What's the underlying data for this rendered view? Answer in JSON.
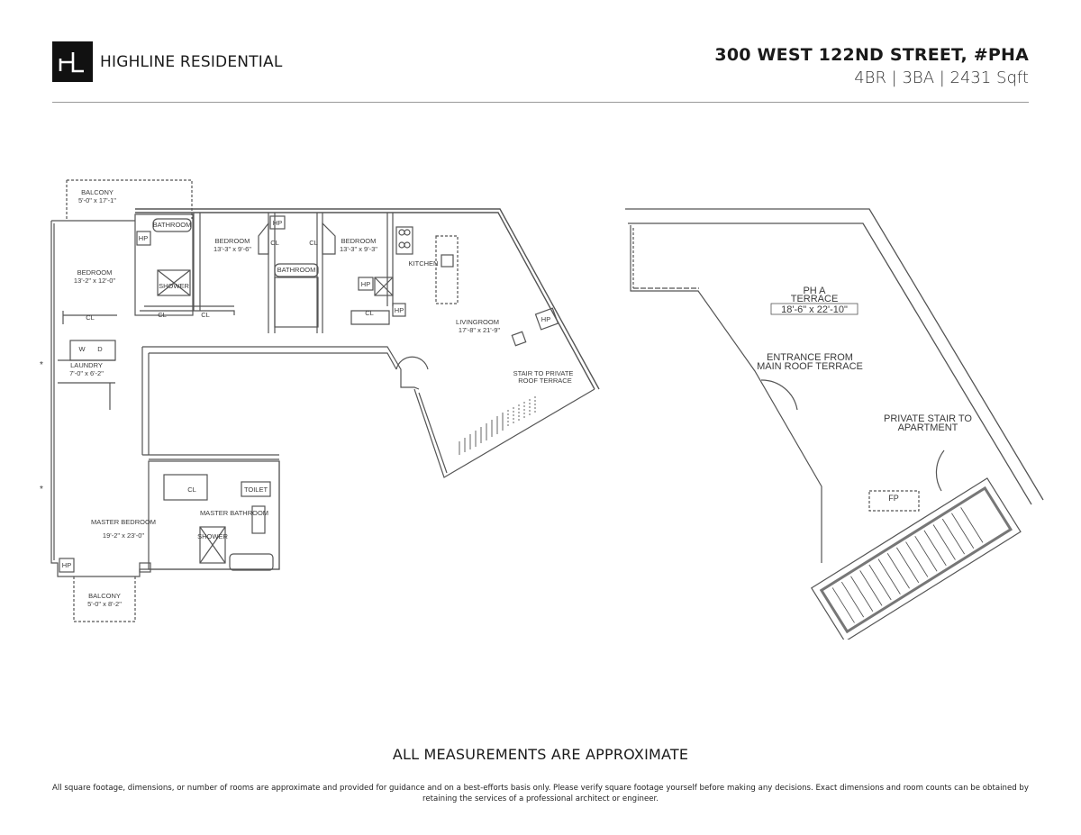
{
  "header": {
    "logo_mark": "HL",
    "brand_name": "HIGHLINE RESIDENTIAL",
    "address": "300 WEST 122ND STREET, #PHA",
    "summary": "4BR | 3BA | 2431 Sqft"
  },
  "apartment_plan": {
    "rooms": [
      {
        "name": "BALCONY",
        "dims": "5'-0\" x 17'-1\""
      },
      {
        "name": "BEDROOM",
        "dims": "13'-2\" x 12'-0\""
      },
      {
        "name": "BATHROOM"
      },
      {
        "name": "SHOWER"
      },
      {
        "name": "BEDROOM",
        "dims": "13'-3\" x 9'-6\""
      },
      {
        "name": "BATHROOM"
      },
      {
        "name": "BEDROOM",
        "dims": "13'-3\" x 9'-3\""
      },
      {
        "name": "KITCHEN"
      },
      {
        "name": "LIVINGROOM",
        "dims": "17'-8\" x 21'-9\""
      },
      {
        "name": "LAUNDRY",
        "dims": "7'-0\" x 6'-2\""
      },
      {
        "name": "MASTER BEDROOM",
        "dims": "19'-2\" x 23'-0\""
      },
      {
        "name": "MASTER BATHROOM"
      },
      {
        "name": "TOILET"
      },
      {
        "name": "SHOWER"
      },
      {
        "name": "BALCONY",
        "dims": "5'-0\" x 8'-2\""
      }
    ],
    "labels": {
      "hp": "HP",
      "cl": "CL",
      "washer": "W",
      "dryer": "D",
      "stair_note_1": "STAIR TO PRIVATE",
      "stair_note_2": "ROOF TERRACE",
      "asterisk": "*"
    }
  },
  "terrace_plan": {
    "title_1": "PH A",
    "title_2": "TERRACE",
    "dims": "18'-6\" x 22'-10\"",
    "entrance_1": "ENTRANCE FROM",
    "entrance_2": "MAIN ROOF TERRACE",
    "stair_1": "PRIVATE STAIR TO",
    "stair_2": "APARTMENT",
    "fp": "FP"
  },
  "footer": {
    "note": "ALL MEASUREMENTS ARE APPROXIMATE",
    "disclaimer": "All square footage, dimensions, or number of rooms are approximate and provided for guidance and on a best-efforts basis only. Please verify square footage yourself before making any decisions. Exact dimensions and room counts can be obtained by retaining the services of a professional architect or engineer."
  }
}
